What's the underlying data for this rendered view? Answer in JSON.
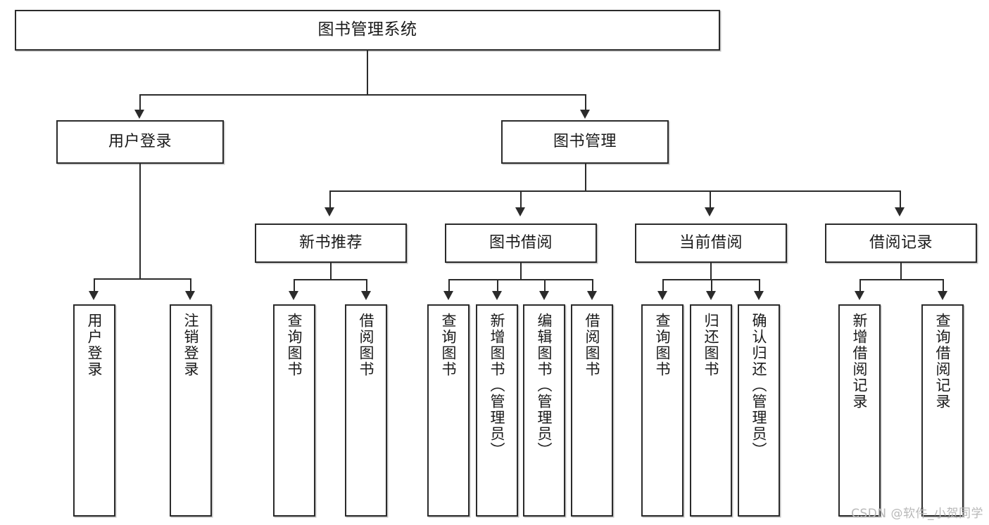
{
  "diagram": {
    "title": "图书管理系统",
    "type": "tree",
    "watermark": "CSDN @软件_小贺同学",
    "accent_color": "#2b2b2b",
    "background_color": "#ffffff",
    "text_color": "#1a1a1a"
  },
  "nodes": {
    "root": {
      "label": "图书管理系统"
    },
    "level2": [
      {
        "label": "用户登录"
      },
      {
        "label": "图书管理"
      }
    ],
    "level3": [
      {
        "label": "新书推荐"
      },
      {
        "label": "图书借阅"
      },
      {
        "label": "当前借阅"
      },
      {
        "label": "借阅记录"
      }
    ],
    "leaves": {
      "user_login": [
        {
          "label": "用户登录"
        },
        {
          "label": "注销登录"
        }
      ],
      "new_book": [
        {
          "label": "查询图书"
        },
        {
          "label": "借阅图书"
        }
      ],
      "book_borrow": [
        {
          "label": "查询图书"
        },
        {
          "label": "新增图书（管理员）"
        },
        {
          "label": "编辑图书（管理员）"
        },
        {
          "label": "借阅图书"
        }
      ],
      "current_borrow": [
        {
          "label": "查询图书"
        },
        {
          "label": "归还图书"
        },
        {
          "label": "确认归还（管理员）"
        }
      ],
      "borrow_record": [
        {
          "label": "新增借阅记录"
        },
        {
          "label": "查询借阅记录"
        }
      ]
    }
  }
}
